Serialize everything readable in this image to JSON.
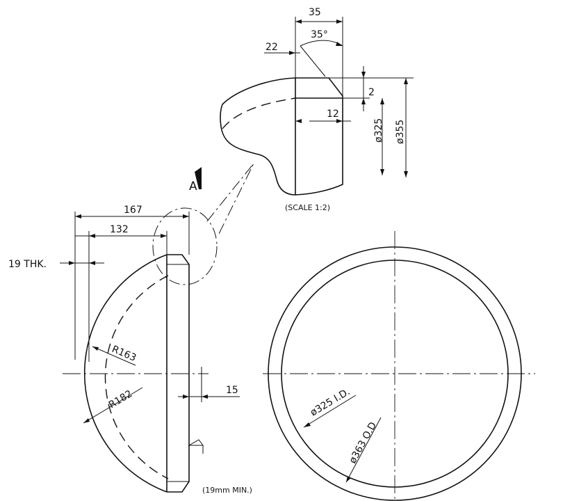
{
  "detail": {
    "dims": {
      "width": "35",
      "angle": "35°",
      "offset": "22",
      "small": "2",
      "inner": "12",
      "id": "ø325",
      "od": "ø355"
    },
    "scale_note": "(SCALE 1:2)",
    "section_mark": "A"
  },
  "side_view": {
    "dims": {
      "overall": "167",
      "inner": "132",
      "thickness": "19 THK.",
      "r_inner": "R163",
      "r_outer": "R182",
      "flat": "15"
    },
    "min_note": "(19mm MIN.)"
  },
  "end_view": {
    "dims": {
      "id": "ø325 I.D.",
      "od": "ø363 O.D"
    }
  }
}
